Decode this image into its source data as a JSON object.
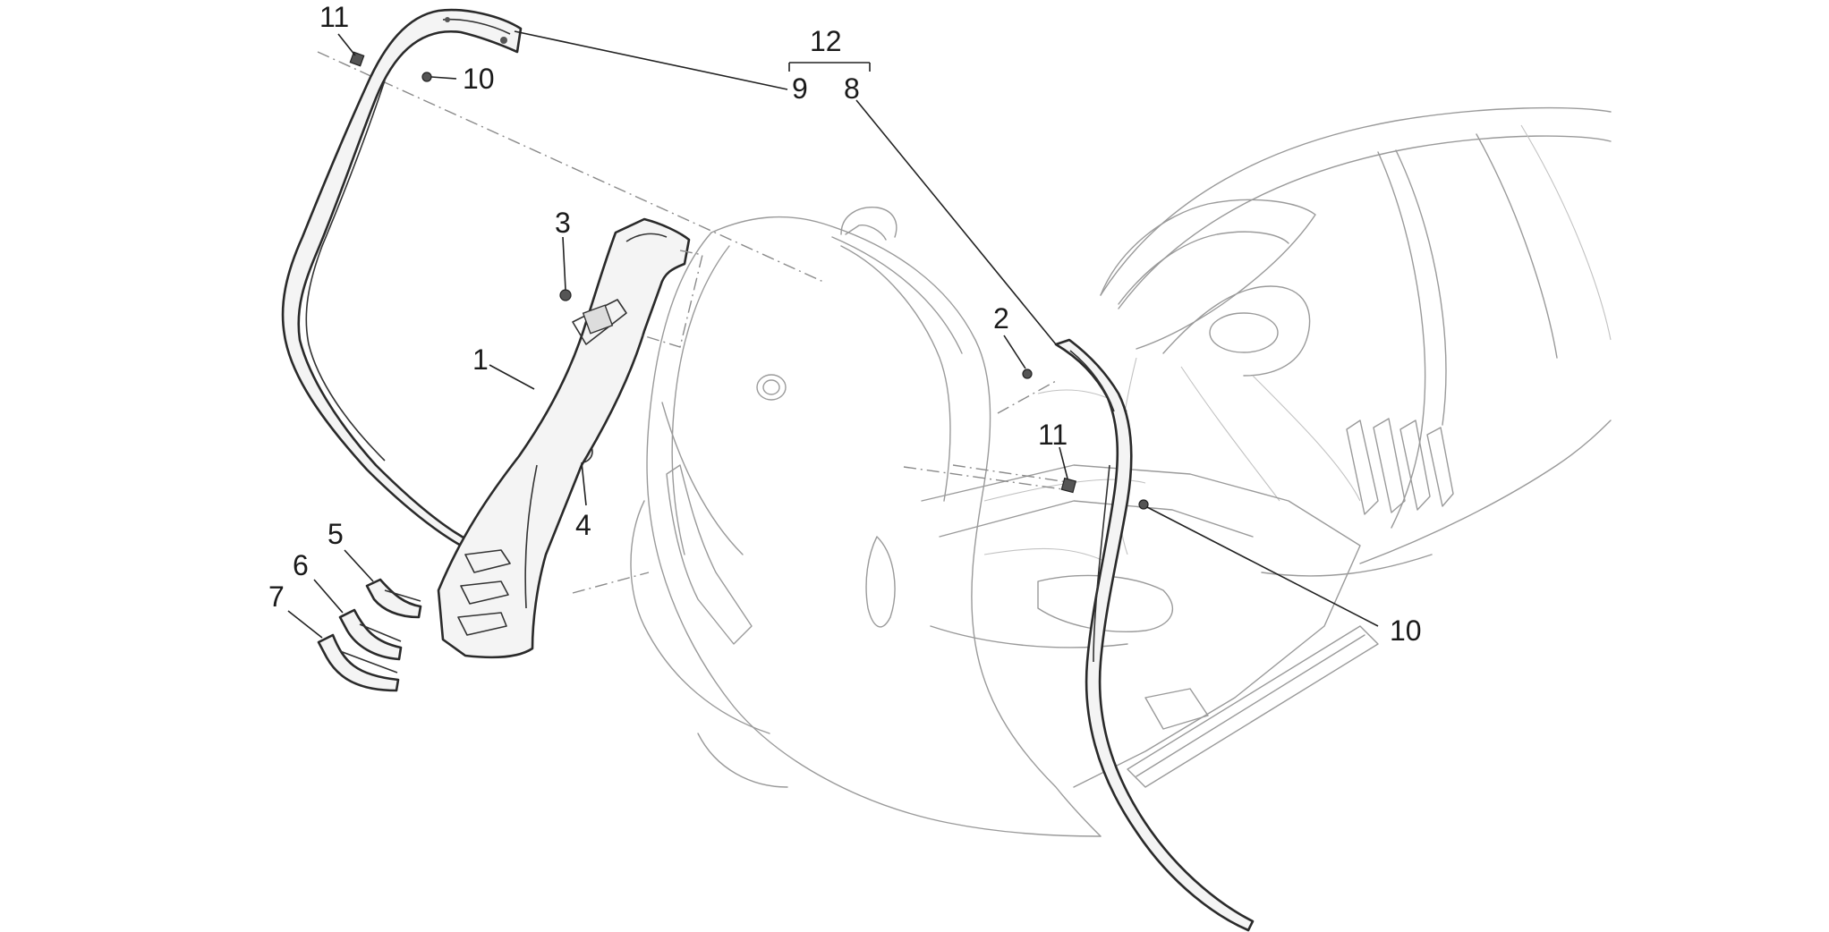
{
  "labels": {
    "p1": "1",
    "p2": "2",
    "p3": "3",
    "p4": "4",
    "p5": "5",
    "p6": "6",
    "p7": "7",
    "p8": "8",
    "p9": "9",
    "p10a": "10",
    "p10b": "10",
    "p11a": "11",
    "p11b": "11",
    "p12": "12"
  },
  "colors": {
    "line": "#222222",
    "body_outline": "#9a9a9a",
    "background": "#ffffff"
  }
}
